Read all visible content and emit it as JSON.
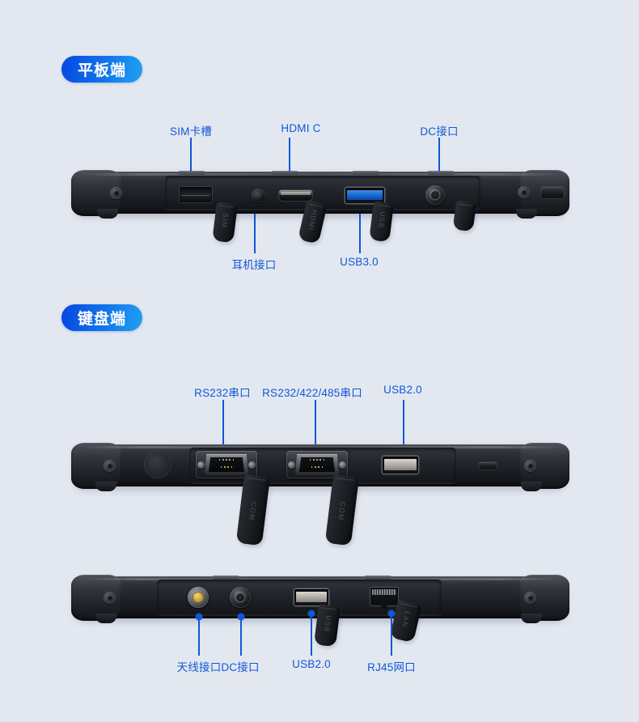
{
  "page": {
    "background_color": "#e3e8f0",
    "label_color": "#1157d9",
    "badge_gradient_from": "#0546e0",
    "badge_gradient_to": "#21a1f1"
  },
  "sections": [
    {
      "badge": "平板端",
      "labels_top": [
        {
          "text": "SIM卡槽"
        },
        {
          "text": "HDMI C"
        },
        {
          "text": "DC接口"
        }
      ],
      "labels_bottom": [
        {
          "text": "耳机接口"
        },
        {
          "text": "USB3.0"
        }
      ],
      "flap_embossing": [
        "SIM",
        "HDMI",
        "USB"
      ]
    },
    {
      "badge": "键盘端",
      "labels_top": [
        {
          "text": "RS232串口"
        },
        {
          "text": "RS232/422/485串口"
        },
        {
          "text": "USB2.0"
        }
      ],
      "labels_bottom": [],
      "flap_embossing": [
        "COM",
        "COM"
      ]
    },
    {
      "badge": "",
      "labels_top": [],
      "labels_bottom": [
        {
          "text": "天线接口"
        },
        {
          "text": "DC接口"
        },
        {
          "text": "USB2.0"
        },
        {
          "text": "RJ45网口"
        }
      ],
      "flap_embossing": [
        "USB",
        "LAN"
      ]
    }
  ]
}
